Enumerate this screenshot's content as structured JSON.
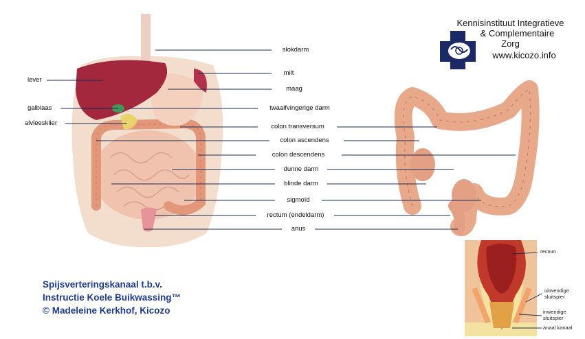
{
  "organization": {
    "line1": "Kennisinstituut Integratieve",
    "line2": "& Complementaire",
    "line3": "Zorg",
    "website": "www.kicozo.info"
  },
  "labels": {
    "left": {
      "lever": "lever",
      "galblaas": "galblaas",
      "alvleesklier": "alvleesklier"
    },
    "center": {
      "slokdarm": "slokdarm",
      "milt": "milt",
      "maag": "maag",
      "twaalfvingerige_darm": "twaalfvingerige darm",
      "colon_transversum": "colon transversum",
      "colon_ascendens": "colon ascendens",
      "colon_descendens": "colon descendens",
      "dunne_darm": "dunne darm",
      "blinde_darm": "blinde darm",
      "sigmoid": "sigmoïd",
      "rectum_endeldarm": "rectum (endeldarm)",
      "anus": "anus"
    }
  },
  "inset": {
    "rectum": "rectum",
    "uitwendige_sluitspier_1": "uitwendige",
    "uitwendige_sluitspier_2": "sluitspier",
    "inwendige_sluitspier_1": "inwendige",
    "inwendige_sluitspier_2": "sluitspier",
    "anaal_kanaal": "anaal kanaal"
  },
  "credit": {
    "line1": "Spijsverteringskanaal t.b.v.",
    "line2": "Instructie Koele Buikwassing™",
    "line3": "© Madeleine Kerkhof, Kicozo"
  },
  "colors": {
    "liver": "#a3273d",
    "skin": "#f1d9c8",
    "intestine": "#e8a88a",
    "colon": "#d98b6e",
    "line": "#1a2a55",
    "credit": "#1f3c8a",
    "logo": "#1b2a66"
  }
}
